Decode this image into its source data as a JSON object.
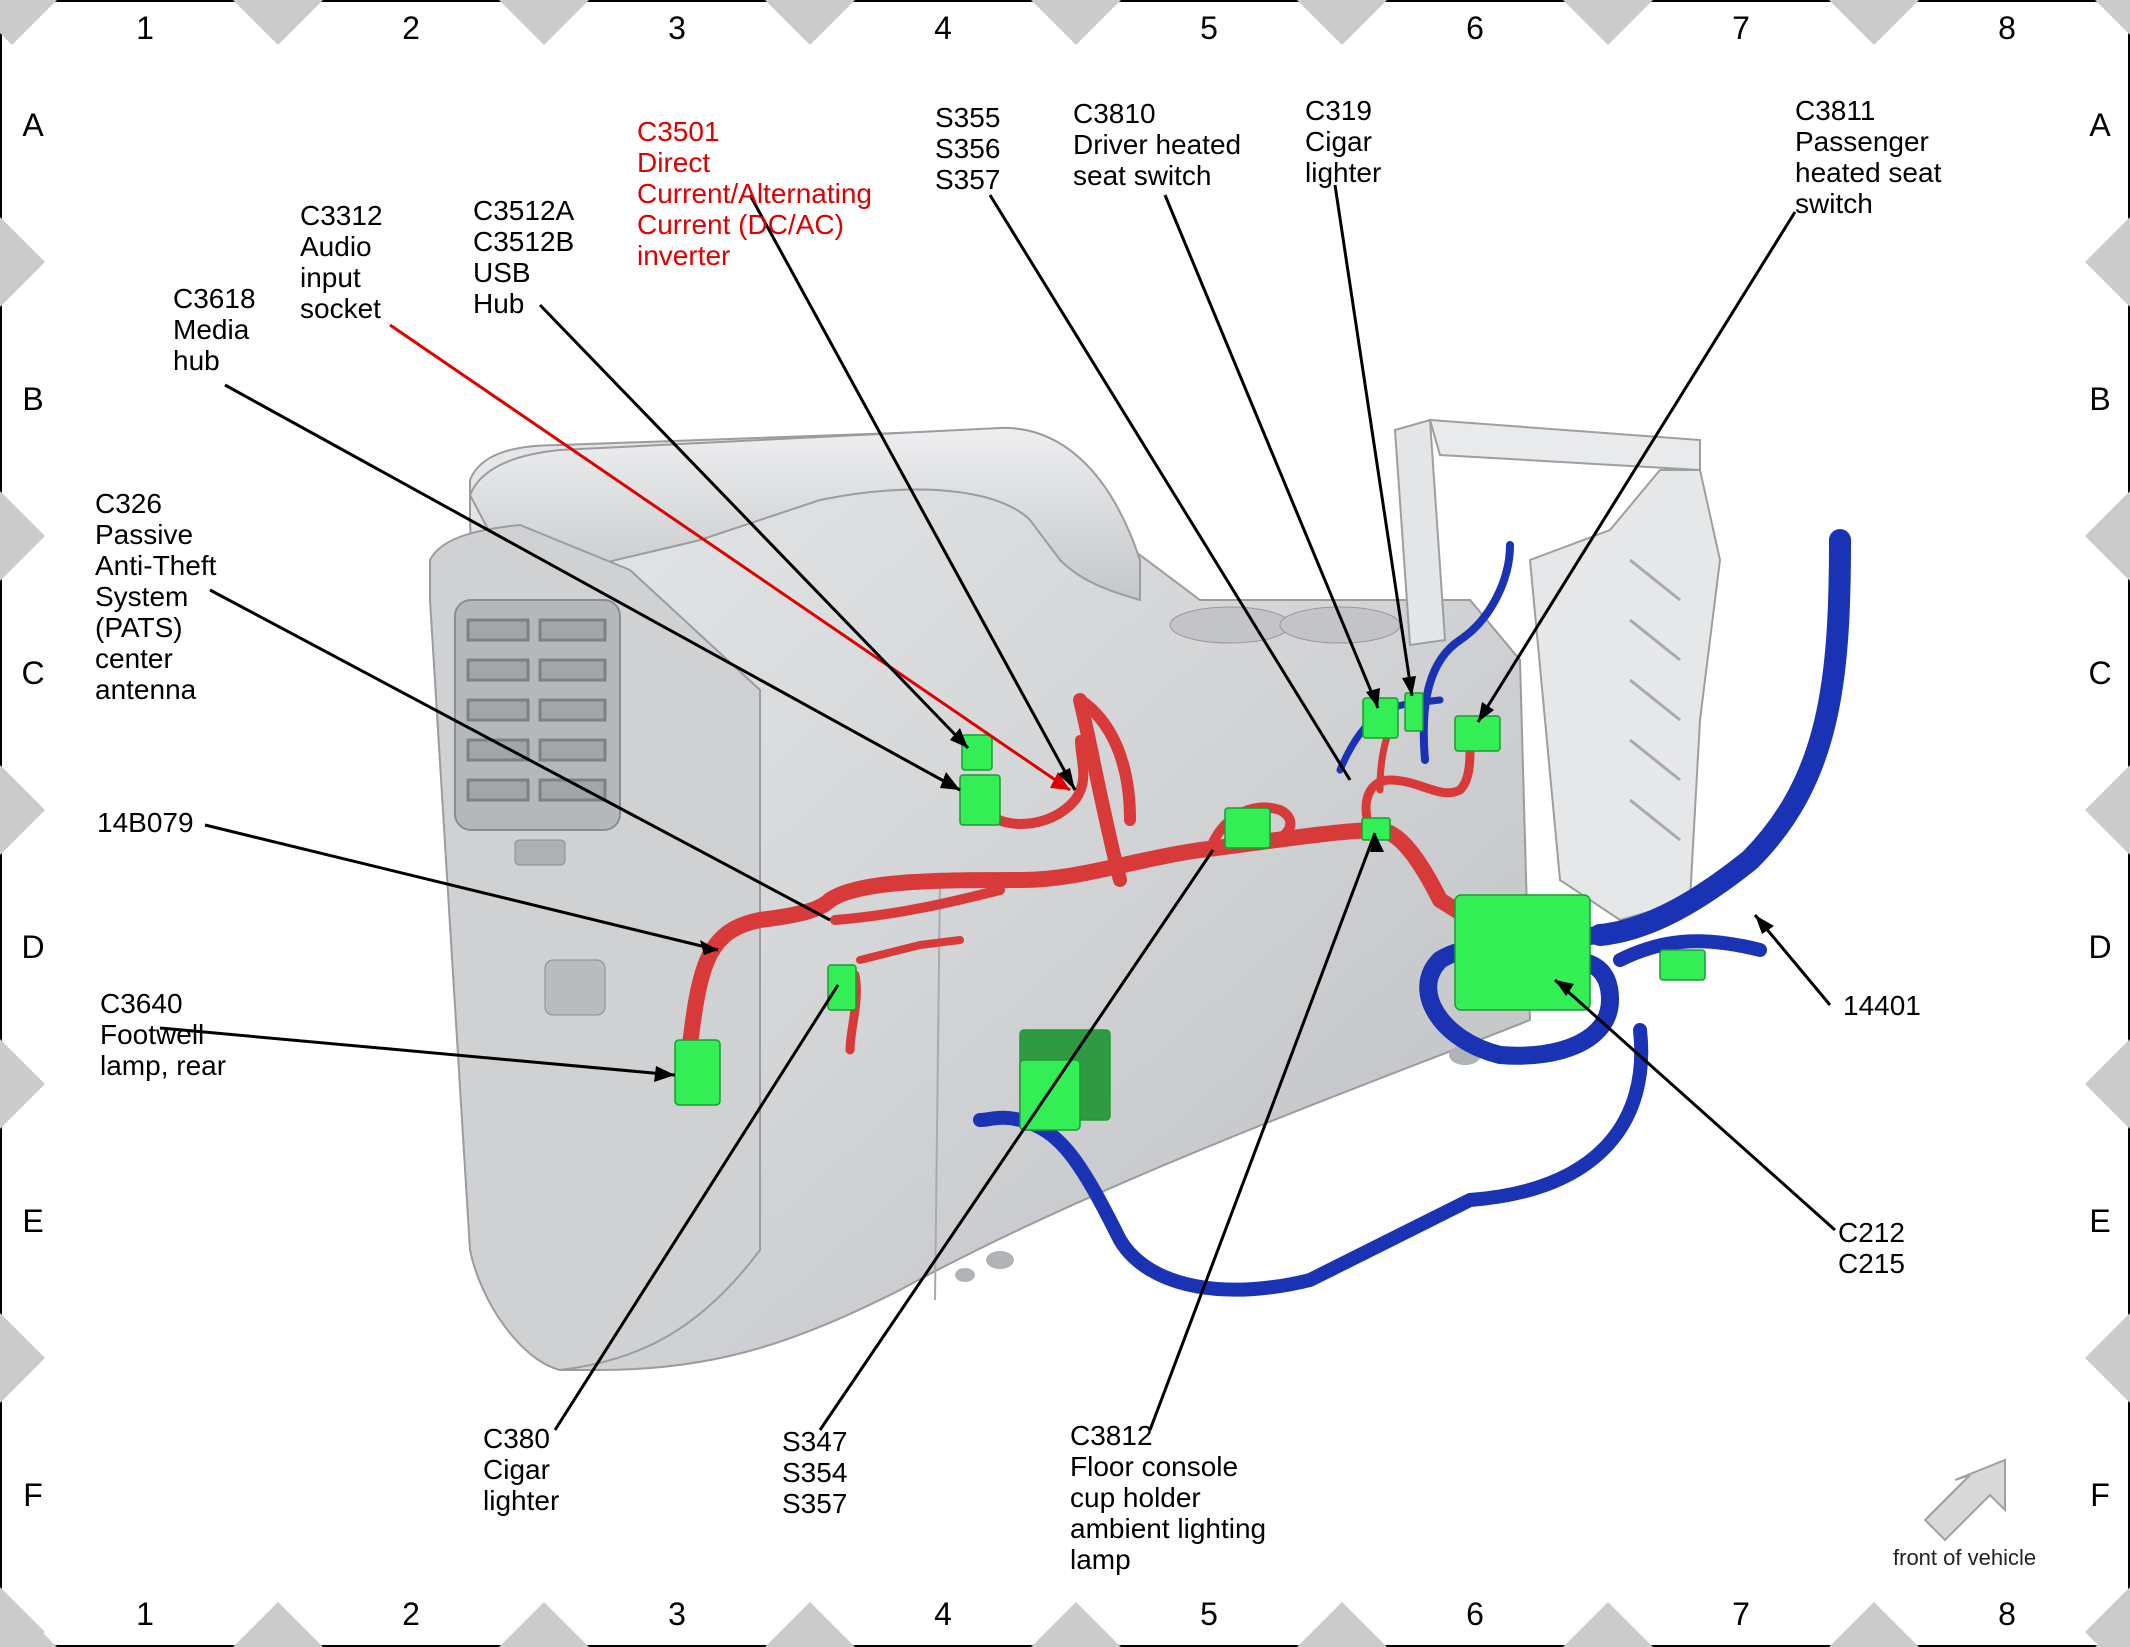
{
  "grid": {
    "columns": [
      "1",
      "2",
      "3",
      "4",
      "5",
      "6",
      "7",
      "8"
    ],
    "rows": [
      "A",
      "B",
      "C",
      "D",
      "E",
      "F"
    ]
  },
  "callouts": {
    "c3501": "C3501\nDirect\nCurrent/Alternating\nCurrent (DC/AC)\ninverter",
    "c3312": "C3312\nAudio\ninput\nsocket",
    "c3512": "C3512A\nC3512B\nUSB\nHub",
    "c3618": "C3618\nMedia\nhub",
    "c326": "C326\nPassive\nAnti-Theft\nSystem\n(PATS)\ncenter\nantenna",
    "l14b079": "14B079",
    "c3640": "C3640\nFootwell\nlamp, rear",
    "s355": "S355\nS356\nS357",
    "c3810": "C3810\nDriver heated\nseat switch",
    "c319": "C319\nCigar\nlighter",
    "c3811": "C3811\nPassenger\nheated seat\nswitch",
    "l14401": "14401",
    "c212": "C212\nC215",
    "c380": "C380\nCigar\nlighter",
    "s347": "S347\nS354\nS357",
    "c3812": "C3812\nFloor console\ncup holder\nambient lighting\nlamp"
  },
  "front_label": "front of vehicle",
  "colors": {
    "highlight_text": "#e00000",
    "harness_red": "#d83a3a",
    "harness_blue": "#1530b8",
    "connector_green": "#33ee55",
    "console_gray": "#d4d6d8",
    "border_diamond": "#c8c8c8"
  }
}
